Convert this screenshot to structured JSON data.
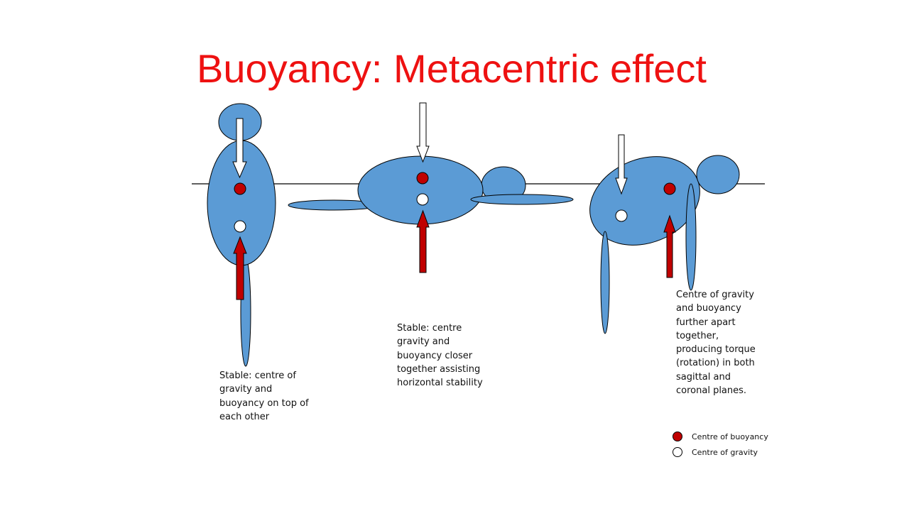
{
  "title": "Buoyancy: Metacentric effect",
  "colors": {
    "title": "#ee1111",
    "body": "#5b9bd5",
    "buoyancy": "#c00000",
    "gravity": "#ffffff",
    "waterline": "#000000"
  },
  "figures": [
    {
      "name": "vertical-swimmer",
      "caption": "Stable: centre of gravity and buoyancy on top of each other"
    },
    {
      "name": "horizontal-swimmer",
      "caption": "Stable: centre gravity and buoyancy closer together assisting horizontal stability"
    },
    {
      "name": "tilted-swimmer",
      "caption": "Centre of gravity and buoyancy further apart together, producing torque (rotation) in both sagittal and coronal planes."
    }
  ],
  "legend": [
    {
      "label": "Centre of buoyancy",
      "color": "#c00000",
      "icon": "red-filled-circle"
    },
    {
      "label": "Centre of gravity",
      "color": "#ffffff",
      "icon": "white-filled-circle"
    }
  ]
}
